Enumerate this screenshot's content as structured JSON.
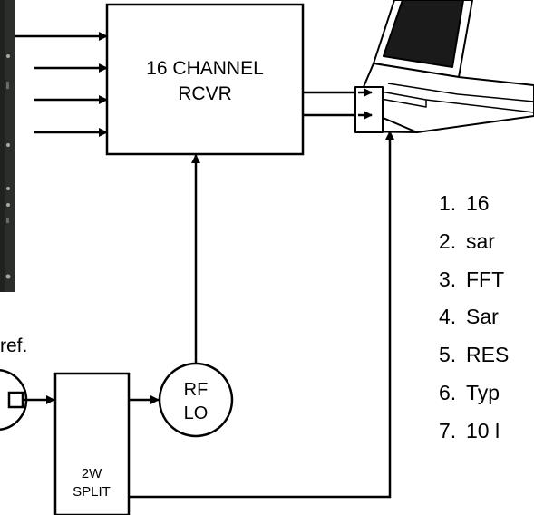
{
  "receiver": {
    "line1": "16 CHANNEL",
    "line2": "RCVR"
  },
  "rf_lo": {
    "line1": "RF",
    "line2": "LO"
  },
  "splitter": {
    "line1": "2W",
    "line2": "SPLIT"
  },
  "ref_fragment": "ref.",
  "list_items": [
    {
      "number": "1.",
      "text": "16"
    },
    {
      "number": "2.",
      "text": "sar"
    },
    {
      "number": "3.",
      "text": "FFT"
    },
    {
      "number": "4.",
      "text": "Sar"
    },
    {
      "number": "5.",
      "text": "RES"
    },
    {
      "number": "6.",
      "text": "Typ"
    },
    {
      "number": "7.",
      "text": "10 l"
    }
  ],
  "colors": {
    "line": "#000000",
    "photo_dark": "#2b2e2a",
    "laptop_screen": "#1a1a1a"
  }
}
